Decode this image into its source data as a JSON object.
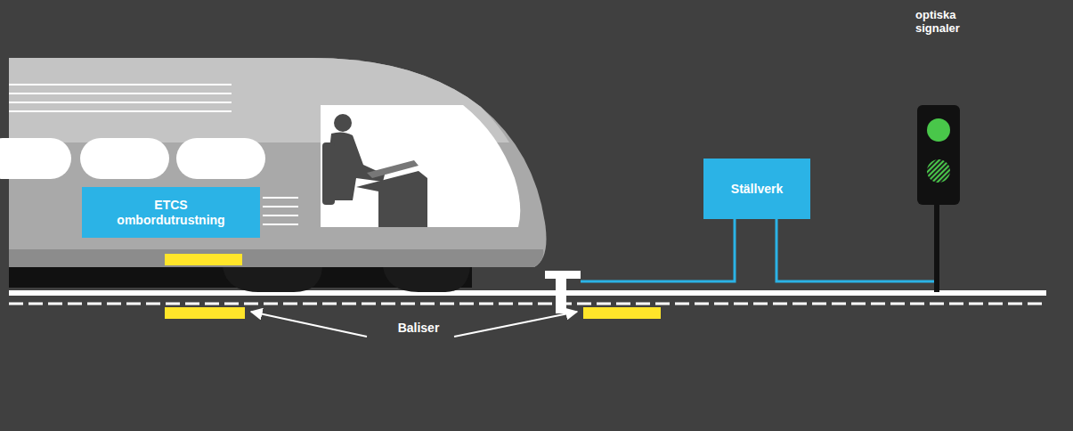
{
  "diagram": {
    "nodes": [
      {
        "text": [
          "ETCS ombordutrustning"
        ]
      },
      {
        "text": [
          "Ställverk"
        ]
      }
    ],
    "labels": [
      "Baliser",
      "optiska signaler"
    ]
  }
}
